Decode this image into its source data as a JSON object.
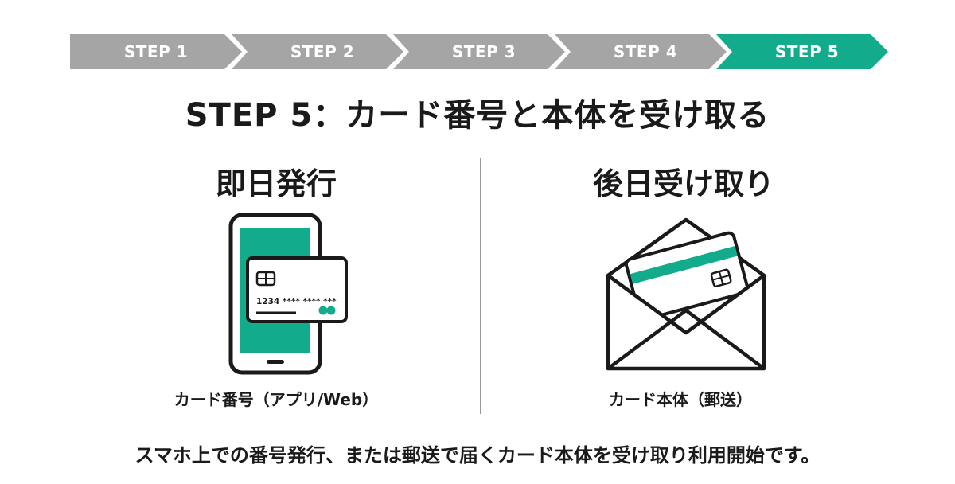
{
  "steps": [
    {
      "label": "STEP 1"
    },
    {
      "label": "STEP 2"
    },
    {
      "label": "STEP 3"
    },
    {
      "label": "STEP 4"
    },
    {
      "label": "STEP 5"
    }
  ],
  "active_step": 5,
  "colors": {
    "active": "#12ac8c",
    "inactive": "#a5a5a5"
  },
  "title": "STEP 5：カード番号と本体を受け取る",
  "left": {
    "heading": "即日発行",
    "card_number": "1234 **** **** ***",
    "caption": "カード番号（アプリ/Web）"
  },
  "right": {
    "heading": "後日受け取り",
    "caption": "カード本体（郵送）"
  },
  "footer": "スマホ上での番号発行、または郵送で届くカード本体を受け取り利用開始です。"
}
